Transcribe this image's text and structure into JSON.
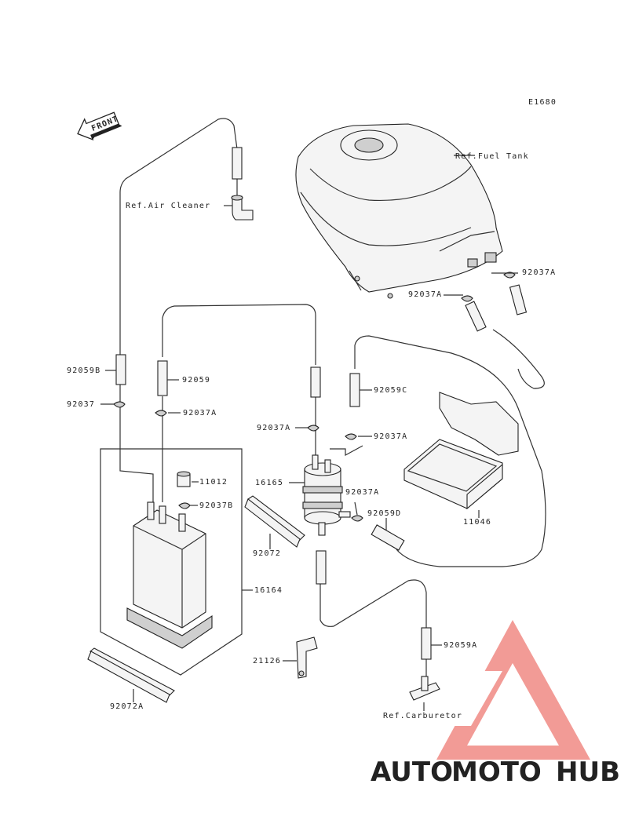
{
  "diagram_code": "E1680",
  "front_label": "FRONT",
  "labels": {
    "fuel_tank": "Ref.Fuel Tank",
    "air_cleaner": "Ref.Air Cleaner",
    "carburetor": "Ref.Carburetor",
    "p92037A_tank_right": "92037A",
    "p92037A_tank_left": "92037A",
    "p92059B": "92059B",
    "p92059": "92059",
    "p92059C": "92059C",
    "p92037": "92037",
    "p92037A_mid_left": "92037A",
    "p92037A_filter_left": "92037A",
    "p92037A_filter_right": "92037A",
    "p11012": "11012",
    "p92037B": "92037B",
    "p16165": "16165",
    "p92037A_filter_outlet": "92037A",
    "p92059D": "92059D",
    "p11046": "11046",
    "p92072": "92072",
    "p16164": "16164",
    "p21126": "21126",
    "p92059A": "92059A",
    "p92072A": "92072A"
  },
  "watermark": {
    "auto": "AUTO",
    "moto": "MOTO",
    "hub": "HUB",
    "auto_color": "#f5b46a",
    "moto_color": "#ee6b63",
    "hub_color": "#555555",
    "triangle_color": "#f08a84"
  }
}
